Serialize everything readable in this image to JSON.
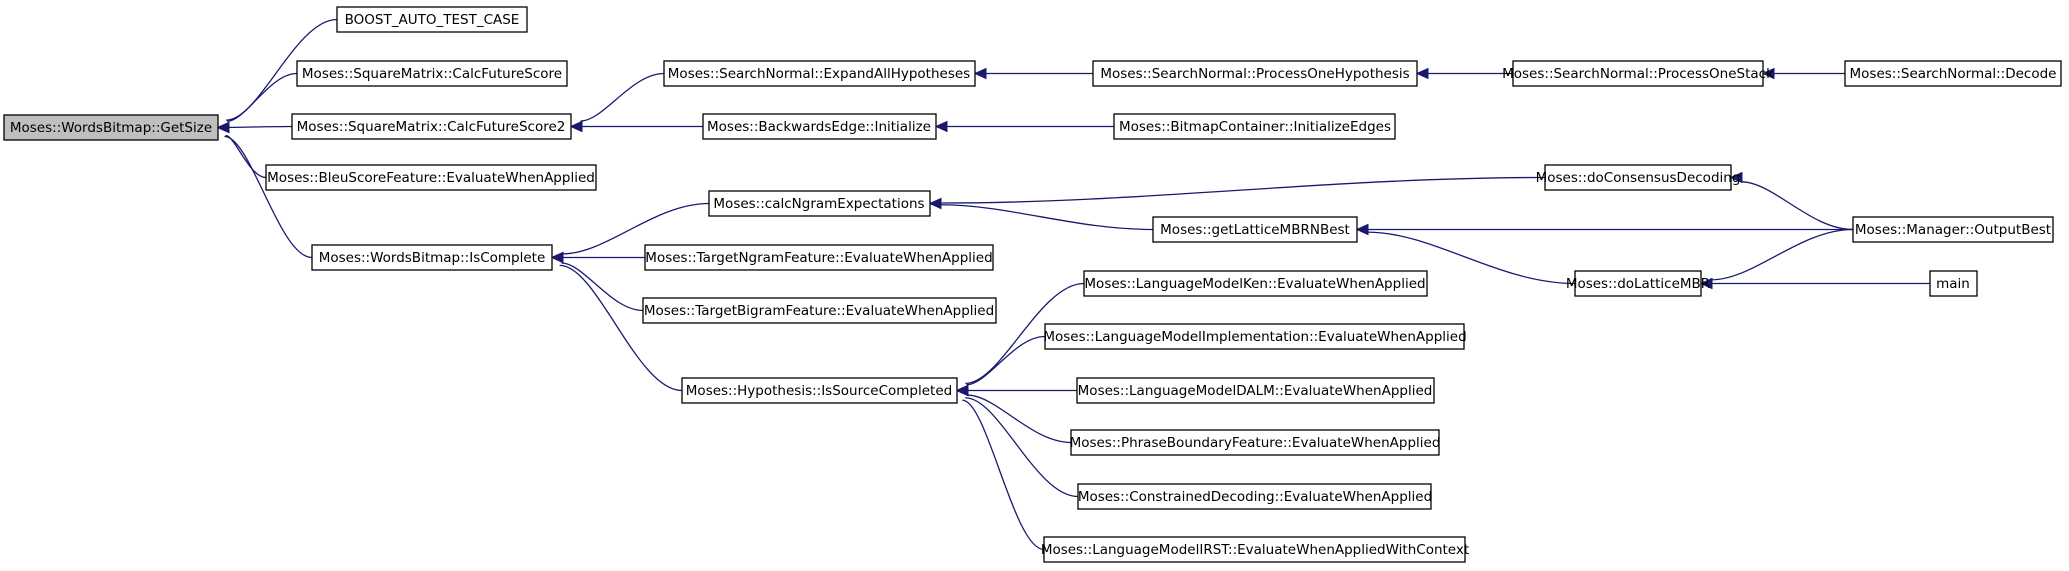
{
  "colors": {
    "edge": "#191970",
    "node_border": "#000000",
    "node_fill": "#ffffff",
    "highlight_fill": "#bfbfbf"
  },
  "nodes": {
    "getsize": "Moses::WordsBitmap::GetSize",
    "boost_auto_test_case": "BOOST_AUTO_TEST_CASE",
    "calcfuturescore": "Moses::SquareMatrix::CalcFutureScore",
    "calcfuturescore2": "Moses::SquareMatrix::CalcFutureScore2",
    "bleuscore_evaluate": "Moses::BleuScoreFeature::EvaluateWhenApplied",
    "iscomplete": "Moses::WordsBitmap::IsComplete",
    "expandallhypotheses": "Moses::SearchNormal::ExpandAllHypotheses",
    "backwardsedge_initialize": "Moses::BackwardsEdge::Initialize",
    "calcngramexpectations": "Moses::calcNgramExpectations",
    "targetngram_evaluate": "Moses::TargetNgramFeature::EvaluateWhenApplied",
    "targetbigram_evaluate": "Moses::TargetBigramFeature::EvaluateWhenApplied",
    "issourcecompleted": "Moses::Hypothesis::IsSourceCompleted",
    "processonehypothesis": "Moses::SearchNormal::ProcessOneHypothesis",
    "initializeedges": "Moses::BitmapContainer::InitializeEdges",
    "getlatticembrnbest": "Moses::getLatticeMBRNBest",
    "lmken_evaluate": "Moses::LanguageModelKen::EvaluateWhenApplied",
    "lmimpl_evaluate": "Moses::LanguageModelImplementation::EvaluateWhenApplied",
    "lmdalm_evaluate": "Moses::LanguageModelDALM::EvaluateWhenApplied",
    "phraseboundary_evaluate": "Moses::PhraseBoundaryFeature::EvaluateWhenApplied",
    "constraineddecoding_evaluate": "Moses::ConstrainedDecoding::EvaluateWhenApplied",
    "lmirst_evaluate": "Moses::LanguageModelIRST::EvaluateWhenAppliedWithContext",
    "processonestack": "Moses::SearchNormal::ProcessOneStack",
    "doconsensusdecoding": "Moses::doConsensusDecoding",
    "dolatticembr": "Moses::doLatticeMBR",
    "decode": "Moses::SearchNormal::Decode",
    "outputbest": "Moses::Manager::OutputBest",
    "main": "main"
  },
  "edges": [
    [
      "boost_auto_test_case",
      "getsize"
    ],
    [
      "calcfuturescore",
      "getsize"
    ],
    [
      "calcfuturescore2",
      "getsize"
    ],
    [
      "bleuscore_evaluate",
      "getsize"
    ],
    [
      "iscomplete",
      "getsize"
    ],
    [
      "expandallhypotheses",
      "calcfuturescore2"
    ],
    [
      "backwardsedge_initialize",
      "calcfuturescore2"
    ],
    [
      "calcngramexpectations",
      "iscomplete"
    ],
    [
      "targetngram_evaluate",
      "iscomplete"
    ],
    [
      "targetbigram_evaluate",
      "iscomplete"
    ],
    [
      "issourcecompleted",
      "iscomplete"
    ],
    [
      "processonehypothesis",
      "expandallhypotheses"
    ],
    [
      "initializeedges",
      "backwardsedge_initialize"
    ],
    [
      "doconsensusdecoding",
      "calcngramexpectations"
    ],
    [
      "getlatticembrnbest",
      "calcngramexpectations"
    ],
    [
      "lmken_evaluate",
      "issourcecompleted"
    ],
    [
      "lmimpl_evaluate",
      "issourcecompleted"
    ],
    [
      "lmdalm_evaluate",
      "issourcecompleted"
    ],
    [
      "phraseboundary_evaluate",
      "issourcecompleted"
    ],
    [
      "constraineddecoding_evaluate",
      "issourcecompleted"
    ],
    [
      "lmirst_evaluate",
      "issourcecompleted"
    ],
    [
      "processonestack",
      "processonehypothesis"
    ],
    [
      "decode",
      "processonestack"
    ],
    [
      "outputbest",
      "getlatticembrnbest"
    ],
    [
      "dolatticembr",
      "getlatticembrnbest"
    ],
    [
      "outputbest",
      "doconsensusdecoding"
    ],
    [
      "outputbest",
      "dolatticembr"
    ],
    [
      "main",
      "dolatticembr"
    ]
  ]
}
